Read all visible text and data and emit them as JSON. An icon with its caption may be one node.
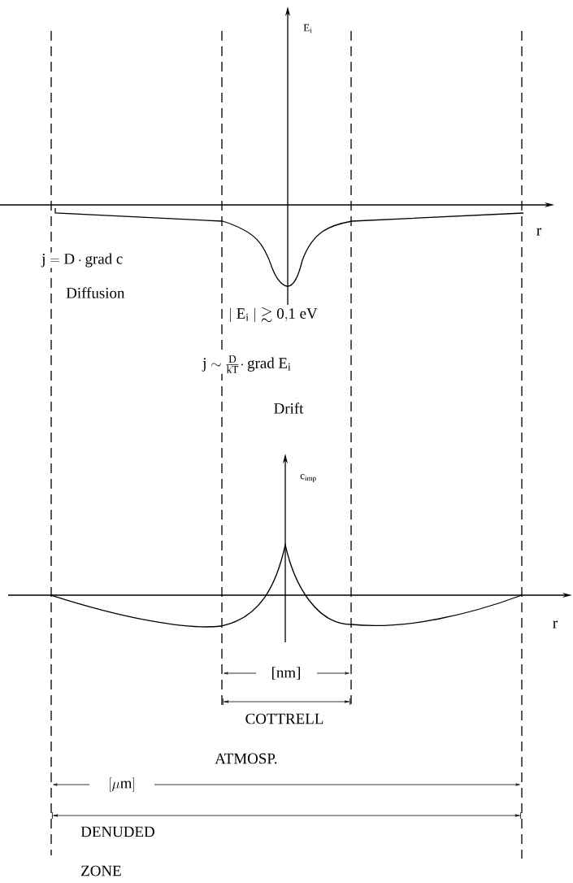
{
  "diagram": {
    "labels": [
      "\\mathrm{E_i}",
      "r",
      "\\mathrm{j = D \\cdot grad\\ c}",
      "Diffusion",
      "\\mathrm{|\\ E_i\\ | \\gtrsim 0{,}1\\ eV}",
      "\\mathrm{j \\sim \\frac{D}{kT}\\!\\cdot grad\\ E_i}",
      "Drift",
      "\\mathrm{c_{imp}}",
      "r",
      "[nm]",
      "COTTRELL",
      "ATMOSP.",
      "[\\mu \\mathrm{m}]",
      "DENUDED",
      "ZONE"
    ]
  }
}
